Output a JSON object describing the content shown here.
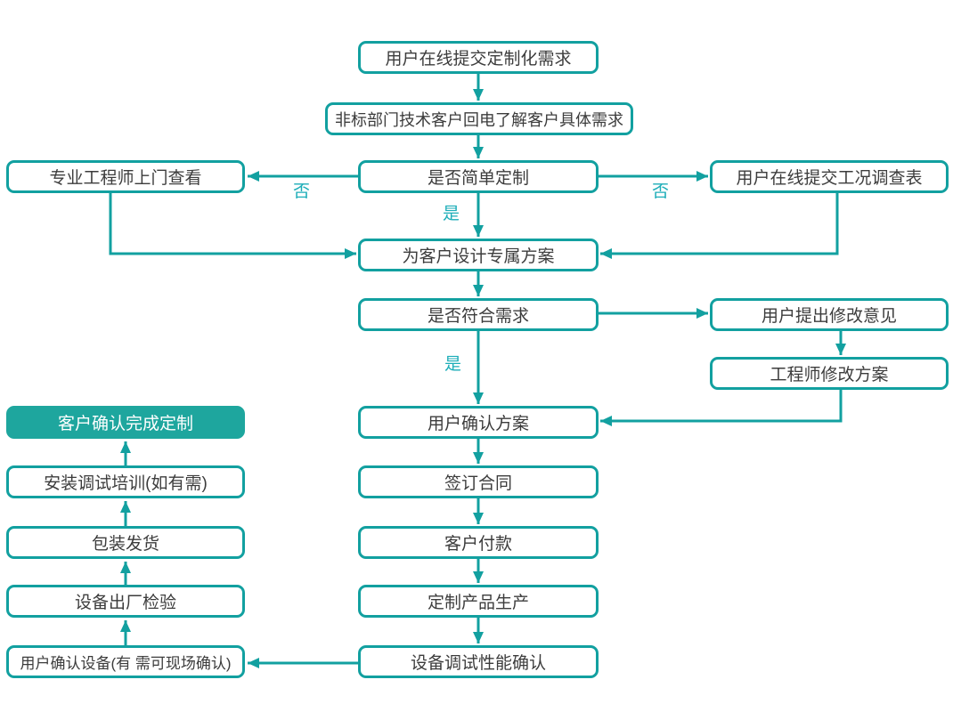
{
  "nodes": {
    "submit_request": {
      "label": "用户在线提交定制化需求"
    },
    "callback": {
      "label": "非标部门技术客户回电了解客户具体需求"
    },
    "engineer_visit": {
      "label": "专业工程师上门查看"
    },
    "simple_check": {
      "label": "是否简单定制"
    },
    "survey_form": {
      "label": "用户在线提交工况调查表"
    },
    "design_plan": {
      "label": "为客户设计专属方案"
    },
    "meets_needs": {
      "label": "是否符合需求"
    },
    "feedback": {
      "label": "用户提出修改意见"
    },
    "revise_plan": {
      "label": "工程师修改方案"
    },
    "confirm_plan": {
      "label": "用户确认方案"
    },
    "complete": {
      "label": "客户确认完成定制"
    },
    "sign_contract": {
      "label": "签订合同"
    },
    "training": {
      "label": "安装调试培训(如有需)"
    },
    "payment": {
      "label": "客户付款"
    },
    "shipping": {
      "label": "包装发货"
    },
    "production": {
      "label": "定制产品生产"
    },
    "factory_test": {
      "label": "设备出厂检验"
    },
    "performance_check": {
      "label": "设备调试性能确认"
    },
    "confirm_device": {
      "label": "用户确认设备(有 需可现场确认)"
    }
  },
  "edge_labels": {
    "no_left": "否",
    "no_right": "否",
    "yes_simple": "是",
    "yes_meets": "是"
  },
  "colors": {
    "stroke": "#12a0a0",
    "label": "#1cadb8",
    "fill": "#1ea69e",
    "text": "#3c3c3c"
  }
}
